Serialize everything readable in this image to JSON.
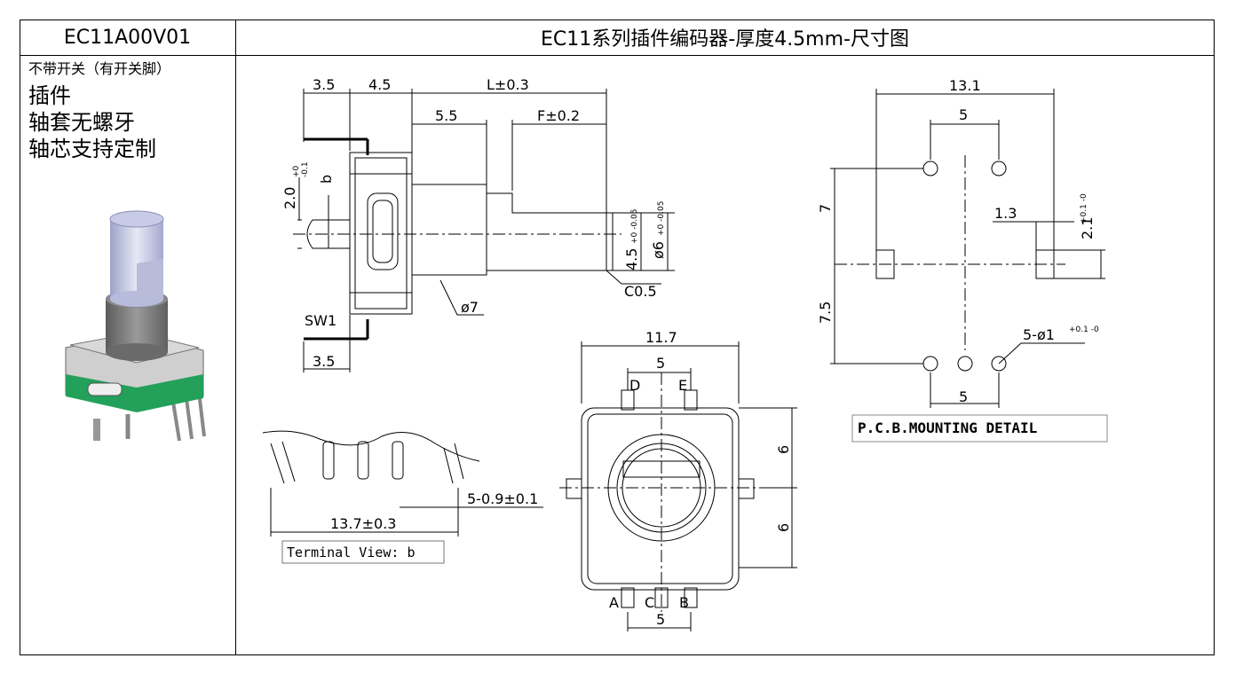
{
  "header": {
    "model": "EC11A00V01",
    "title": "EC11系列插件编码器-厚度4.5mm-尺寸图"
  },
  "left_panel": {
    "note": "不带开关（有开关脚）",
    "features": [
      "插件",
      "轴套无螺牙",
      "轴芯支持定制"
    ]
  },
  "side_view": {
    "dims": {
      "d35_top": "3.5",
      "d45_top": "4.5",
      "dL": "L±0.3",
      "d55": "5.5",
      "dF": "F±0.2",
      "d20": "2.0",
      "d20_tol_up": "+0",
      "d20_tol_dn": "-0.1",
      "b_label": "b",
      "d45_shaft": "4.5",
      "d45_shaft_tol": "+0 -0.05",
      "d6": "ø6",
      "d6_tol": "+0 -0.05",
      "c05": "C0.5",
      "d7": "ø7",
      "sw1": "SW1",
      "d35_bottom": "3.5"
    }
  },
  "terminal_view": {
    "dim_pitch": "5-0.9±0.1",
    "dim_width": "13.7±0.3",
    "caption": "Terminal View: b"
  },
  "top_view": {
    "dim_width": "11.7",
    "dim_top_pitch": "5",
    "dim_bottom_pitch": "5",
    "dim_half_upper": "6",
    "dim_half_lower": "6",
    "pins": [
      "D",
      "E",
      "A",
      "C",
      "B"
    ]
  },
  "pcb_view": {
    "dim_131": "13.1",
    "dim_5_top": "5",
    "dim_7": "7",
    "dim_75": "7.5",
    "dim_13": "1.3",
    "dim_21": "2.1",
    "dim_21_tol": "+0.1 -0",
    "dim_holes": "5-ø1",
    "dim_holes_tol": "+0.1 -0",
    "dim_5_bottom": "5",
    "caption": "P.C.B.MOUNTING DETAIL"
  }
}
